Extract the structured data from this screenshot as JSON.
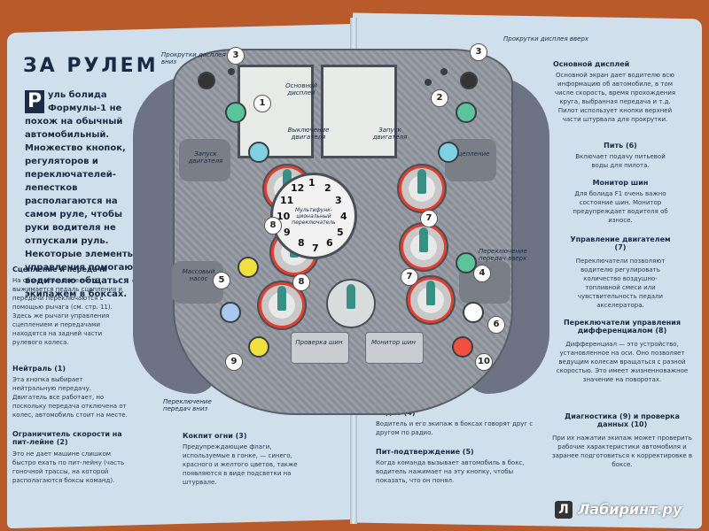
{
  "title": "ЗА РУЛЕМ",
  "intro": {
    "dropcap": "Р",
    "text_first": "уль болида Формулы-1 не похож на обычный автомобильный.",
    "text_rest": "Множество кнопок, регуляторов и переключателей-лепестков располагаются на самом руле, чтобы руки водителя не отпускали руль. Некоторые элементы управления помогают водителю общаться с экипажем в боксах."
  },
  "left_sections": [
    {
      "heading": "Сцепление и передачи",
      "body": "На обычной машине ногой выжимается педаль сцепления и передачи переключаются с помощью рычага (см. стр. 11). Здесь же рычаги управления сцеплением и передачами находятся на задней части рулевого колеса."
    },
    {
      "heading": "Нейтраль (1)",
      "body": "Эта кнопка выбирает нейтральную передачу. Двигатель все работает, но поскольку передача отключена от колес, автомобиль стоит на месте."
    },
    {
      "heading": "Ограничитель скорости на пит-лейне (2)",
      "body": "Это не дает машине слишком быстро ехать по пит-лейну (часть гоночной трассы, на которой располагаются боксы команд)."
    }
  ],
  "right_sections": [
    {
      "heading": "Основной дисплей",
      "body": "Основной экран дает водителю всю информацию об автомобиле, в том числе скорость, время прохождения круга, выбранная передача и т.д. Пилот использует кнопки верхней части штурвала для прокрутки."
    },
    {
      "heading": "Пить (6)",
      "body": "Включает подачу питьевой воды для пилота."
    },
    {
      "heading": "Монитор шин",
      "body": "Для болида F1 очень важно состояние шин. Монитор предупреждает водителя об износе."
    },
    {
      "heading": "Управление двигателем (7)",
      "body": "Переключатели позволяют водителю регулировать количество воздушно-топливной смеси или чувствительность педали акселератора."
    },
    {
      "heading": "Переключатели управления дифференциалом (8)",
      "body": "Дифференциал — это устройство, установленное на оси. Оно позволяет ведущим колесам вращаться с разной скоростью. Это имеет жизненноважное значение на поворотах."
    },
    {
      "heading": "Диагностика (9) и проверка данных (10)",
      "body": "При их нажатии экипаж может проверить рабочие характеристики автомобиля и заранее подготовиться к корректировке в боксе."
    }
  ],
  "bottom_sections": [
    {
      "heading": "Кокпит огни (3)",
      "body": "Предупреждающие флаги, используемые в гонке, — синего, красного и желтого цветов, также появляются в виде подсветки на штурвале."
    },
    {
      "heading": "Радио (4)",
      "body": "Водитель и его экипаж в боксах говорят друг с другом по радио."
    },
    {
      "heading": "Пит-подтверждение (5)",
      "body": "Когда команда вызывает автомобиль в бокс, водитель нажимает на эту кнопку, чтобы показать, что он понял."
    }
  ],
  "callouts": {
    "scroll_down": "Прокрутки дисплея вниз",
    "scroll_up": "Прокрутки дисплея вверх",
    "main_display": "Основной дисплей",
    "engine_off": "Выключение двигателя",
    "engine_start": "Запуск двигателя",
    "start_engine_left": "Запуск двигателя",
    "clutch": "Сцепление",
    "multifunction": "Мультифунк-циональный переключатель",
    "mass_bias": "Массовый насос",
    "shift_up": "Переключение передач вверх",
    "shift_down": "Переключение передач вниз",
    "brake_check": "Проверка шин",
    "tire_monitor": "Монитор шин"
  },
  "numbers": [
    "1",
    "2",
    "3",
    "3",
    "4",
    "5",
    "6",
    "7",
    "7",
    "8",
    "8",
    "9",
    "10"
  ],
  "dial_numbers": [
    "1",
    "2",
    "3",
    "4",
    "5",
    "6",
    "7",
    "8",
    "9",
    "10",
    "11",
    "12"
  ],
  "watermark": {
    "icon": "Л",
    "text": "Лабиринт.ру"
  },
  "colors": {
    "page": "#cfe0ec",
    "navy": "#1d2b47",
    "background": "#b85a2a"
  }
}
